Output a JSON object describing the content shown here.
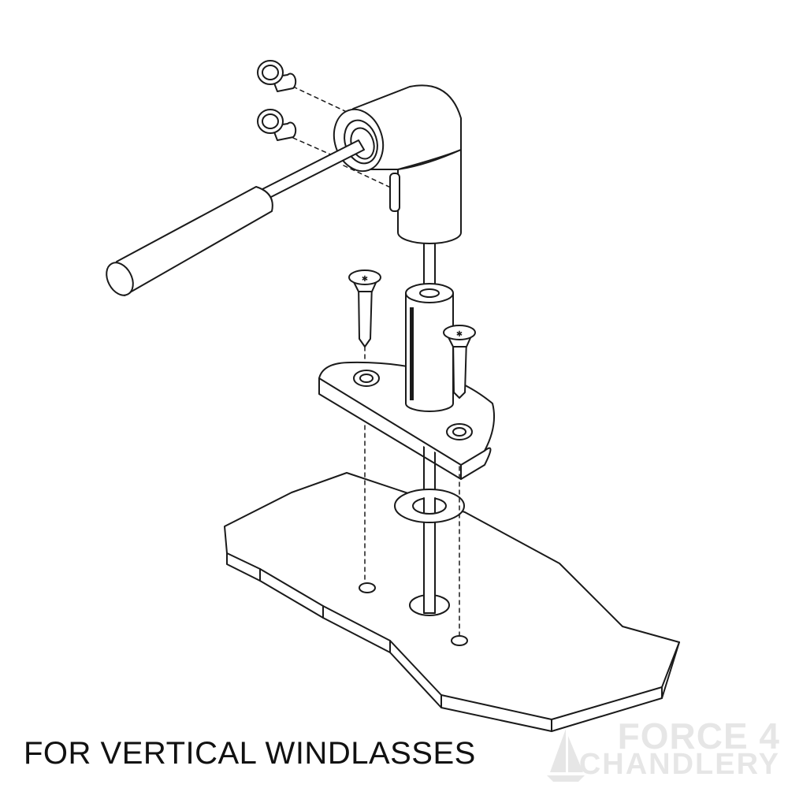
{
  "caption": "FOR VERTICAL WINDLASSES",
  "watermark": {
    "line1": "FORCE 4",
    "line2": "CHANDLERY",
    "icon": "sailboat-icon"
  },
  "colors": {
    "line": "#1a1a1a",
    "fill": "#ffffff",
    "watermark": "#6a6a6a"
  },
  "parts": [
    {
      "name": "handle-bolt",
      "count": 2
    },
    {
      "name": "elbow-fitting",
      "count": 1
    },
    {
      "name": "handle-rod",
      "count": 1
    },
    {
      "name": "grip",
      "count": 1
    },
    {
      "name": "vertical-shaft",
      "count": 1
    },
    {
      "name": "sleeve-tube",
      "count": 1
    },
    {
      "name": "countersunk-screw",
      "count": 2
    },
    {
      "name": "deck-bracket",
      "count": 1
    },
    {
      "name": "washer",
      "count": 1
    },
    {
      "name": "deck-plate",
      "count": 1
    }
  ]
}
